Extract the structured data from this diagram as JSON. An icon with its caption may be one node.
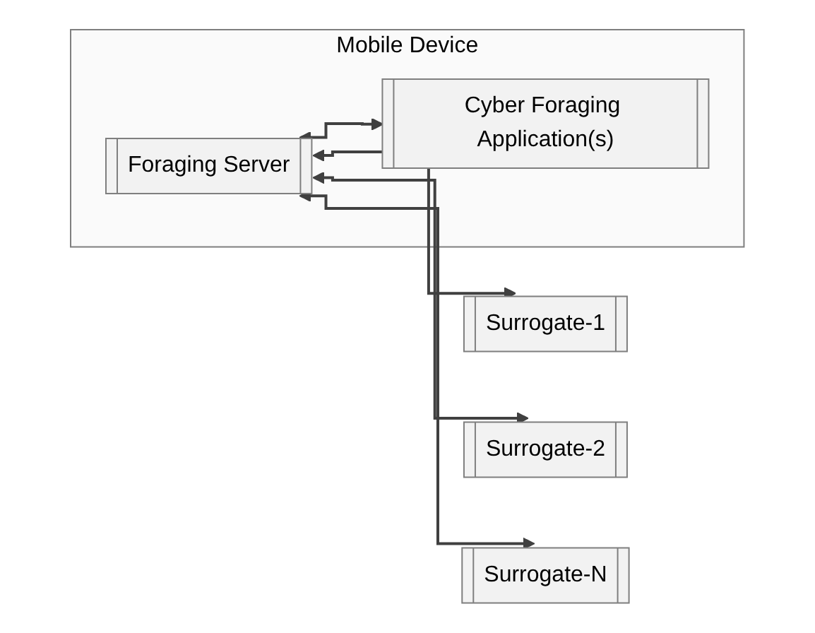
{
  "diagram": {
    "nodes": [
      {
        "text": [
          "Mobile Device"
        ]
      },
      {
        "text": [
          "Foraging Server"
        ],
        "in": 0
      },
      {
        "text": [
          "Cyber Foraging Application(s)"
        ],
        "in": 0
      },
      {
        "text": [
          "Surrogate-1"
        ]
      },
      {
        "text": [
          "Surrogate-2"
        ]
      },
      {
        "text": [
          "Surrogate-N"
        ]
      }
    ],
    "edges": [
      {
        "from": 1,
        "to": 2,
        "arrow": "both"
      },
      {
        "from": 1,
        "to": 3,
        "arrow": "both"
      },
      {
        "from": 1,
        "to": 4,
        "arrow": "both"
      },
      {
        "from": 1,
        "to": 5,
        "arrow": "both"
      }
    ]
  }
}
